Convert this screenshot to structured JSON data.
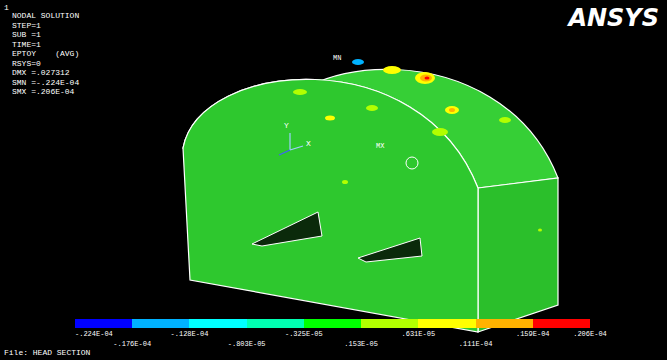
{
  "diagram": {
    "labels": [
      "1",
      "NODAL SOLUTION",
      "STEP=1",
      "SUB =1",
      "TIME=1",
      "EPTOY    (AVG)",
      "RSYS=0",
      "DMX =.027312",
      "SMN =-.224E-04",
      "SMX =.206E-04",
      "ANSYS",
      "MN",
      "MX",
      "Y",
      "X",
      ".206E-04",
      "File: HEAD SECTION"
    ],
    "legend": [
      {
        "text": "-.224E-04",
        "color": "#0000ff"
      },
      {
        "text": "-.176E-04",
        "color": "#00b2ff"
      },
      {
        "text": "-.128E-04",
        "color": "#00ffff"
      },
      {
        "text": "-.803E-05",
        "color": "#00ffb2"
      },
      {
        "text": "-.325E-05",
        "color": "#00ff00"
      },
      {
        "text": ".153E-05",
        "color": "#b2ff00"
      },
      {
        "text": ".631E-05",
        "color": "#ffff00"
      },
      {
        "text": ".111E-04",
        "color": "#ffb200"
      },
      {
        "text": ".159E-04",
        "color": "#ff0000"
      }
    ]
  }
}
